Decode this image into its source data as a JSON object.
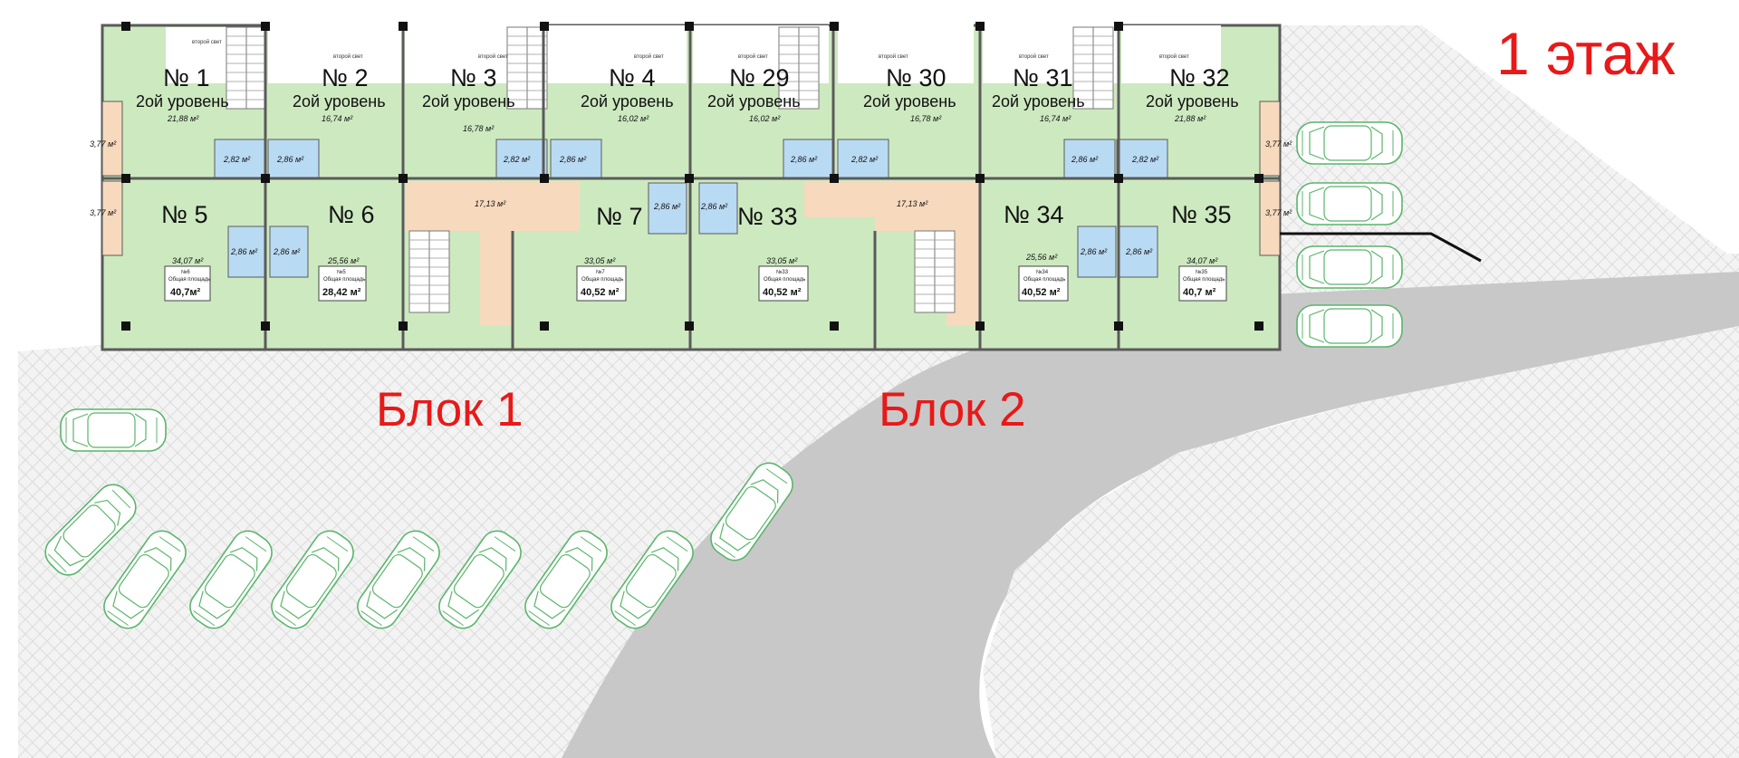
{
  "title": "1 этаж",
  "blocks": [
    "Блок 1",
    "Блок 2"
  ],
  "colors": {
    "apartment": "#cde9c0",
    "storage": "#b9daf3",
    "hall": "#f7d9bd",
    "road": "#c8c8c8",
    "paving": "#f2f2f2",
    "wall": "#5a5a5a",
    "label_red": "#e81919",
    "car_outline": "#59b56a"
  },
  "upper_units": [
    {
      "number": "№ 1",
      "level": "2ой уровень",
      "second_light": "второй свет",
      "area": "21,88 м²"
    },
    {
      "number": "№ 2",
      "level": "2ой уровень",
      "second_light": "второй свет",
      "area": "16,74 м²"
    },
    {
      "number": "№ 3",
      "level": "2ой уровень",
      "second_light": "второй свет",
      "area": "16,78 м²"
    },
    {
      "number": "№ 4",
      "level": "2ой уровень",
      "second_light": "второй свет",
      "area": "16,02 м²"
    },
    {
      "number": "№ 29",
      "level": "2ой уровень",
      "second_light": "второй свет",
      "area": "16,02 м²"
    },
    {
      "number": "№ 30",
      "level": "2ой уровень",
      "second_light": "второй свет",
      "area": "16,78 м²"
    },
    {
      "number": "№ 31",
      "level": "2ой уровень",
      "second_light": "второй свет",
      "area": "16,74 м²"
    },
    {
      "number": "№ 32",
      "level": "2ой уровень",
      "second_light": "второй свет",
      "area": "21,88 м²"
    }
  ],
  "lower_units": [
    {
      "number": "№ 5",
      "area": "34,07 м²",
      "badge_no": "№6",
      "badge_caption": "Общая площадь",
      "total": "40,7м²"
    },
    {
      "number": "№ 6",
      "area": "25,56 м²",
      "badge_no": "№5",
      "badge_caption": "Общая площадь",
      "total": "28,42 м²"
    },
    {
      "number": "№ 7",
      "area": "33,05 м²",
      "badge_no": "№7",
      "badge_caption": "Общая площадь",
      "total": "40,52 м²"
    },
    {
      "number": "№ 33",
      "area": "33,05 м²",
      "badge_no": "№33",
      "badge_caption": "Общая площадь",
      "total": "40,52 м²"
    },
    {
      "number": "№ 34",
      "area": "25,56 м²",
      "badge_no": "№34",
      "badge_caption": "Общая площадь",
      "total": "40,52 м²"
    },
    {
      "number": "№ 35",
      "area": "34,07 м²",
      "badge_no": "№35",
      "badge_caption": "Общая площадь",
      "total": "40,7 м²"
    }
  ],
  "storage_rooms": [
    "2,82 м²",
    "2,86 м²",
    "2,82 м²",
    "2,86 м²",
    "2,86 м²",
    "2,82 м²",
    "2,86 м²",
    "2,82 м²",
    "2,86 м²",
    "2,86 м²",
    "2,86 м²",
    "2,86 м²",
    "2,86 м²",
    "2,86 м²"
  ],
  "halls": [
    "17,13 м²",
    "17,13 м²"
  ],
  "side_rooms": [
    "3,77 м²",
    "3,77 м²",
    "3,77 м²",
    "3,77 м²"
  ]
}
